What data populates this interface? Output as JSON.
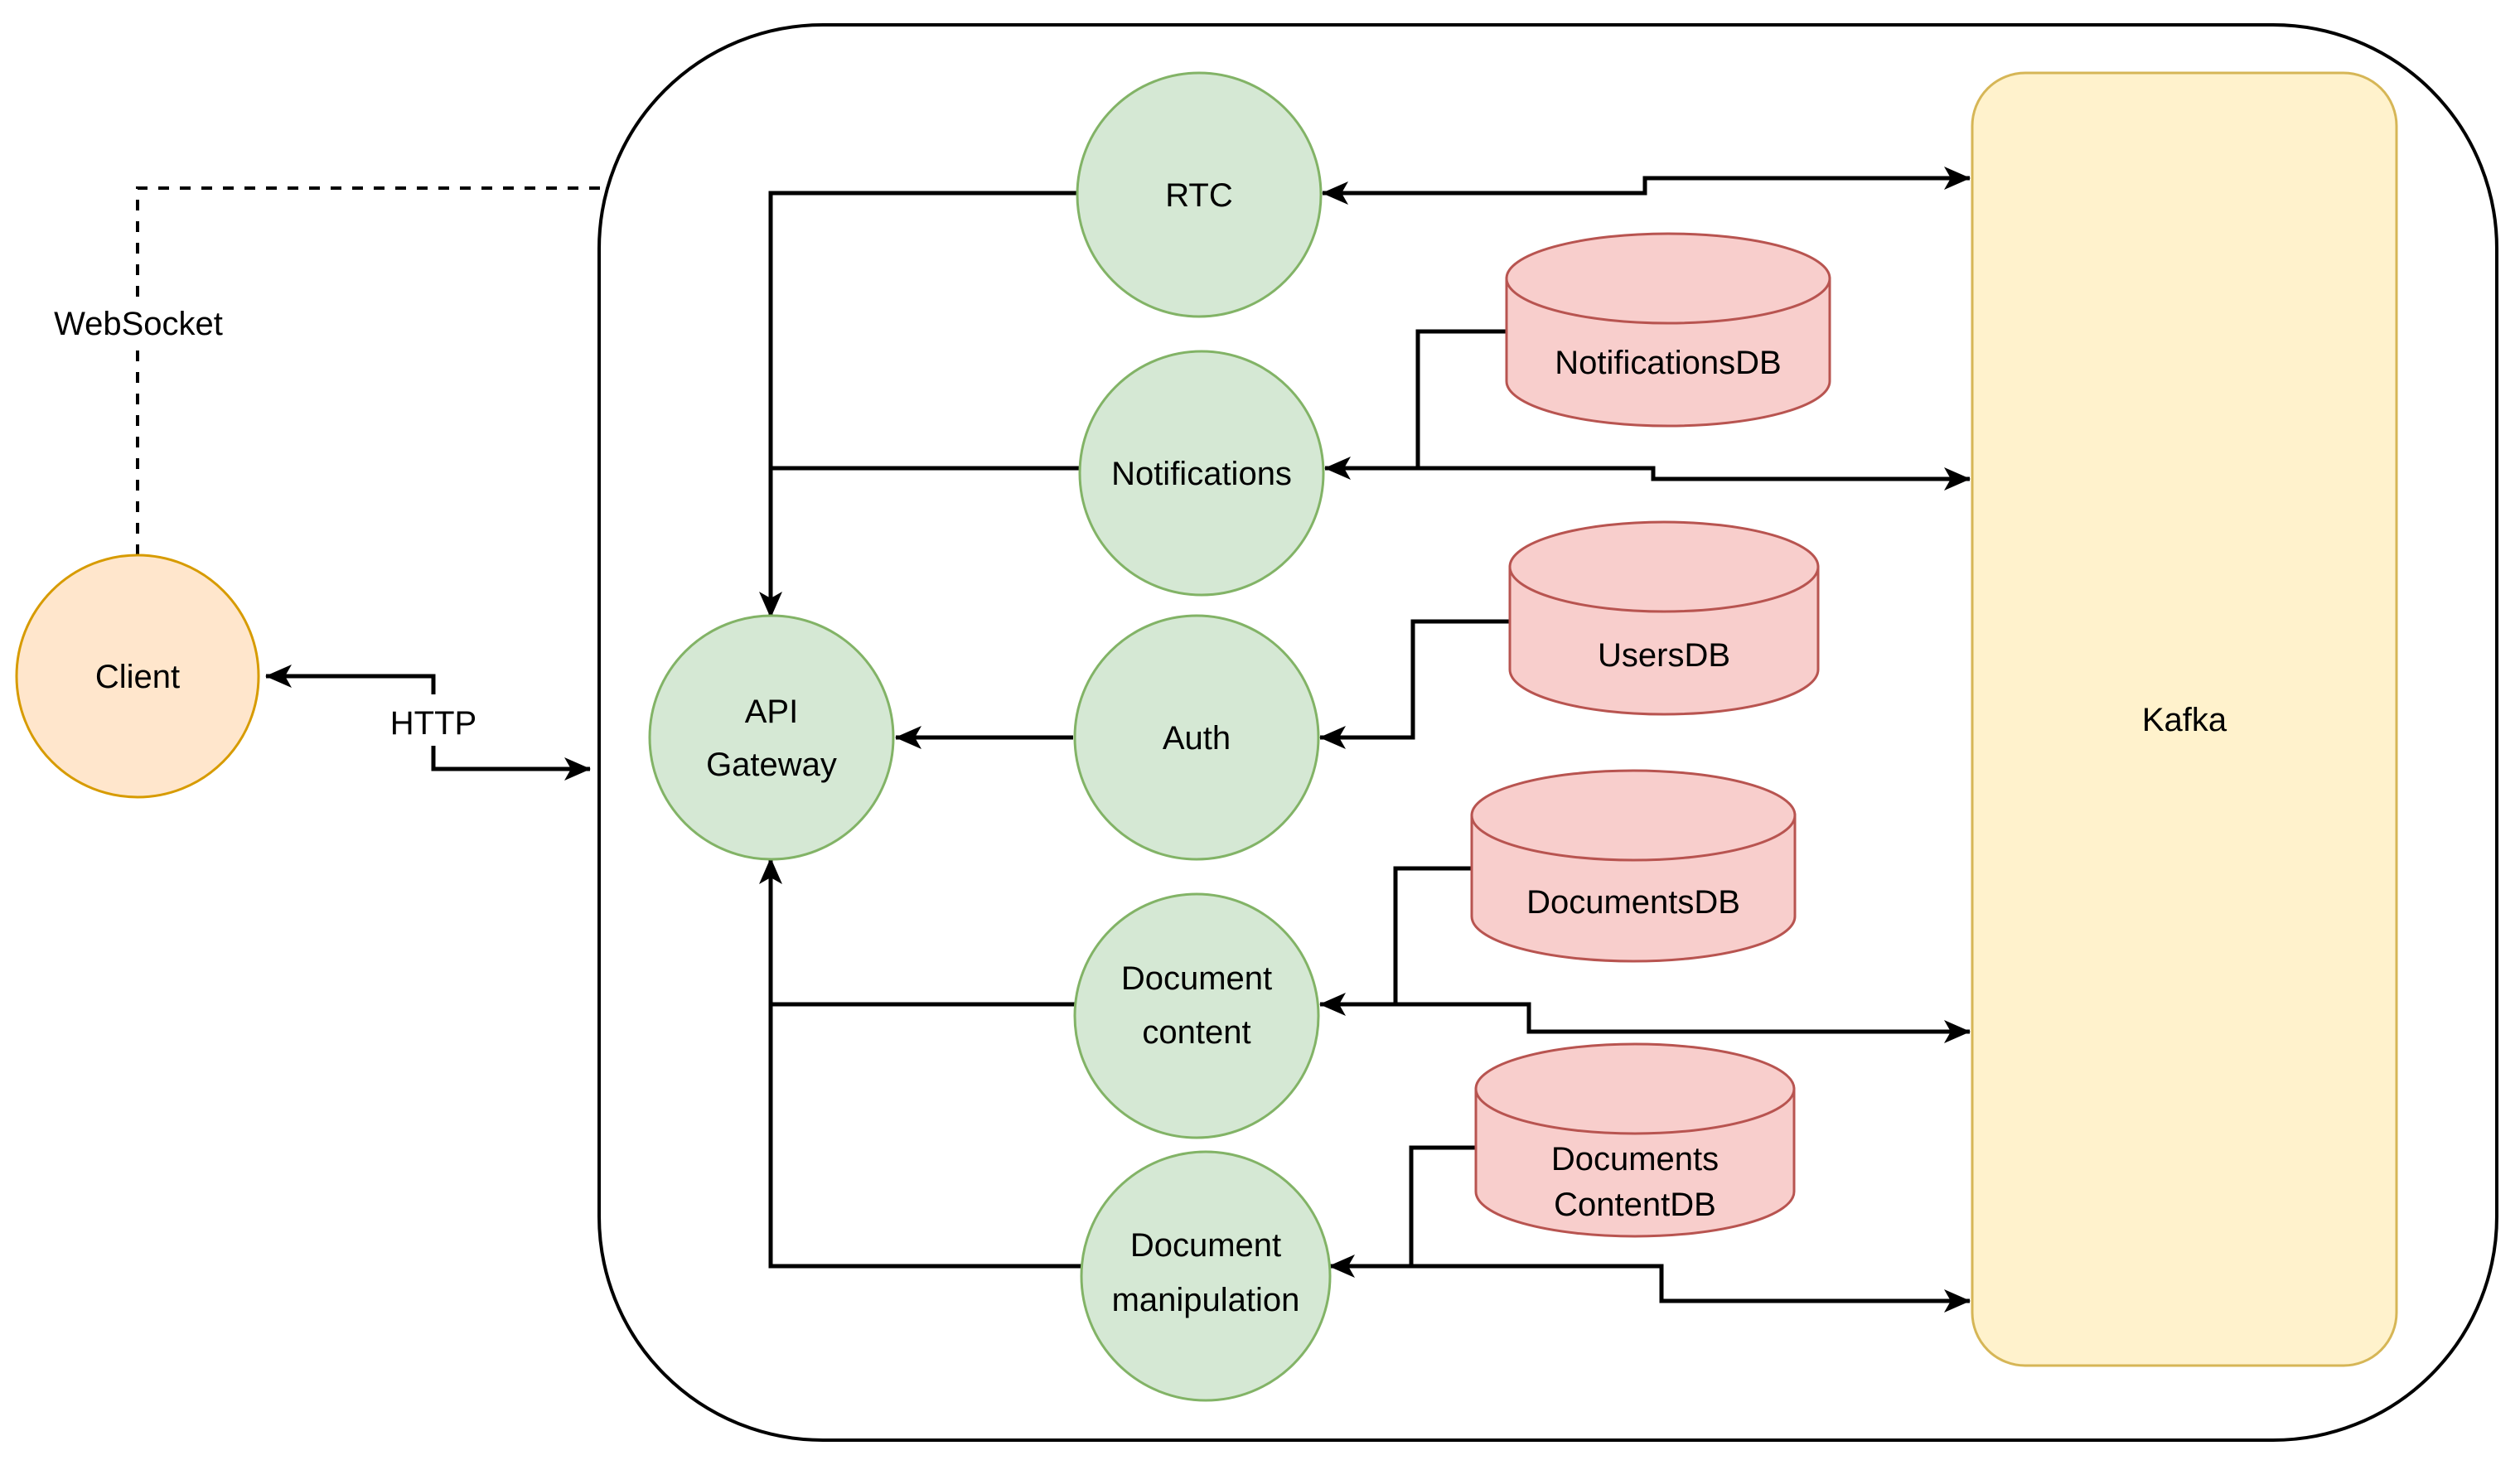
{
  "diagram": {
    "type": "microservices-architecture-diagram",
    "colors": {
      "background": "#ffffff",
      "edge_color": "#000000",
      "text_color": "#000000",
      "client_fill": "#FFE6CC",
      "client_stroke": "#D79B00",
      "service_fill": "#D5E8D4",
      "service_stroke": "#82B366",
      "db_fill": "#F8CECC",
      "db_stroke": "#B85450",
      "kafka_fill": "#FFF2CC",
      "kafka_stroke": "#D6B656"
    },
    "edge_labels": {
      "websocket": "WebSocket",
      "http": "HTTP"
    },
    "nodes": {
      "client": {
        "label": "Client",
        "shape": "circle"
      },
      "api_gateway": {
        "line1": "API",
        "line2": "Gateway",
        "shape": "circle"
      },
      "rtc": {
        "label": "RTC",
        "shape": "circle"
      },
      "notifications": {
        "label": "Notifications",
        "shape": "circle"
      },
      "auth": {
        "label": "Auth",
        "shape": "circle"
      },
      "document_content": {
        "line1": "Document",
        "line2": "content",
        "shape": "circle"
      },
      "document_manipulation": {
        "line1": "Document",
        "line2": "manipulation",
        "shape": "circle"
      },
      "notifications_db": {
        "label": "NotificationsDB",
        "shape": "cylinder"
      },
      "users_db": {
        "label": "UsersDB",
        "shape": "cylinder"
      },
      "documents_db": {
        "label": "DocumentsDB",
        "shape": "cylinder"
      },
      "documents_content_db": {
        "line1": "Documents",
        "line2": "ContentDB",
        "shape": "cylinder"
      },
      "kafka": {
        "label": "Kafka",
        "shape": "rounded-rect"
      }
    },
    "edges": [
      {
        "from": "Client",
        "to": "Microservices boundary",
        "label": "WebSocket",
        "style": "dashed",
        "arrows": "none"
      },
      {
        "from": "Client",
        "to": "Microservices boundary",
        "label": "HTTP",
        "style": "solid",
        "arrows": "both"
      },
      {
        "from": "RTC",
        "to": "API Gateway",
        "arrows": "end"
      },
      {
        "from": "Notifications",
        "to": "API Gateway",
        "arrows": "end"
      },
      {
        "from": "Auth",
        "to": "API Gateway",
        "arrows": "end"
      },
      {
        "from": "Document content",
        "to": "API Gateway",
        "arrows": "end"
      },
      {
        "from": "Document manipulation",
        "to": "API Gateway",
        "arrows": "end"
      },
      {
        "from": "RTC",
        "to": "Kafka",
        "arrows": "both"
      },
      {
        "from": "Notifications",
        "to": "Kafka",
        "arrows": "both"
      },
      {
        "from": "Document content",
        "to": "Kafka",
        "arrows": "both"
      },
      {
        "from": "Document manipulation",
        "to": "Kafka",
        "arrows": "both"
      },
      {
        "from": "NotificationsDB",
        "to": "Notifications",
        "arrows": "end"
      },
      {
        "from": "UsersDB",
        "to": "Auth",
        "arrows": "end"
      },
      {
        "from": "DocumentsDB",
        "to": "Document content",
        "arrows": "end"
      },
      {
        "from": "DocumentsContentDB",
        "to": "Document manipulation",
        "arrows": "end"
      }
    ]
  }
}
